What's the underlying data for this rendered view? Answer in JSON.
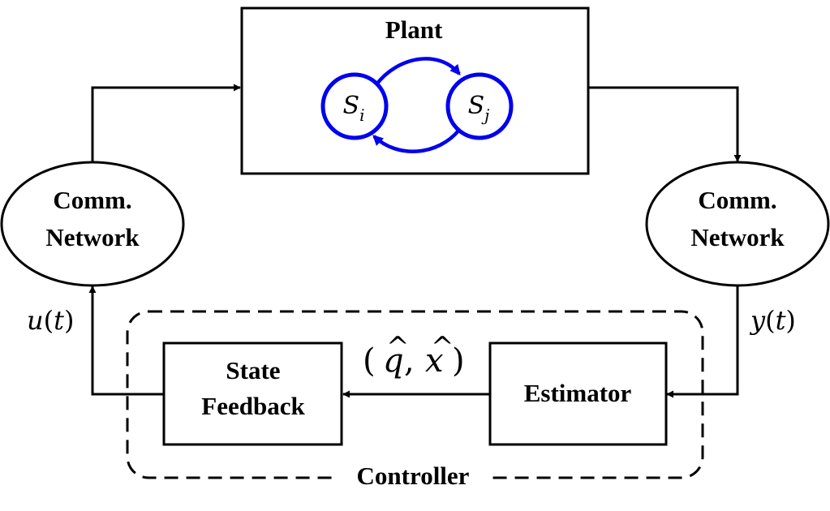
{
  "plant": {
    "title": "Plant",
    "state_i": {
      "base": "S",
      "sub": "i"
    },
    "state_j": {
      "base": "S",
      "sub": "j"
    }
  },
  "left_network": {
    "line1": "Comm.",
    "line2": "Network"
  },
  "right_network": {
    "line1": "Comm.",
    "line2": "Network"
  },
  "signals": {
    "control_input": {
      "name": "u",
      "arg": "t"
    },
    "measured_output": {
      "name": "y",
      "arg": "t"
    },
    "estimate": {
      "q": "q",
      "x": "x",
      "hat": "^"
    }
  },
  "state_feedback": {
    "line1": "State",
    "line2": "Feedback"
  },
  "estimator": {
    "label": "Estimator"
  },
  "controller": {
    "label": "Controller"
  },
  "colors": {
    "line": "#000000",
    "state_machine": "#0000ee",
    "background": "#ffffff"
  }
}
